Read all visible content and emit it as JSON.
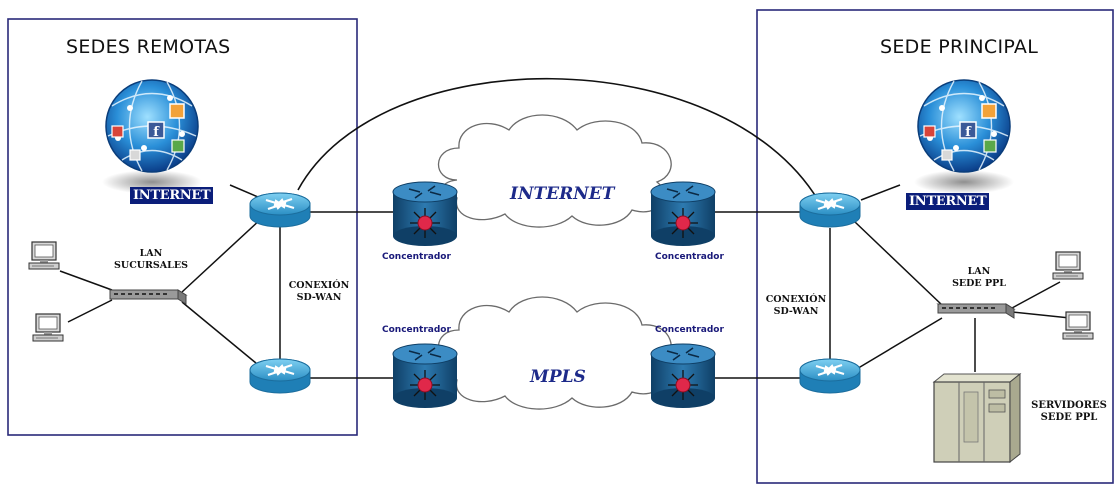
{
  "sites": {
    "remote_title": "SEDES REMOTAS",
    "main_title": "SEDE PRINCIPAL"
  },
  "badges": {
    "internet_left": "INTERNET",
    "internet_right": "INTERNET"
  },
  "clouds": {
    "internet": "INTERNET",
    "mpls": "MPLS"
  },
  "concentrators": {
    "top_left": "Concentrador",
    "top_right": "Concentrador",
    "bottom_left": "Concentrador",
    "bottom_right": "Concentrador"
  },
  "labels": {
    "lan_remote": [
      "LAN",
      "SUCURSALES"
    ],
    "sdwan_left": [
      "CONEXIÓN",
      "SD-WAN"
    ],
    "sdwan_right": [
      "CONEXIÓN",
      "SD-WAN"
    ],
    "lan_main": [
      "LAN",
      "SEDE PPL"
    ],
    "servers": [
      "SERVIDORES",
      "SEDE PPL"
    ]
  },
  "colors": {
    "site_border": "#2a2a7a",
    "router": "#3fa9d9",
    "concentrator": "#1f5f8e",
    "concentrator_core": "#e0284a",
    "internet_badge": "#0b1e7a",
    "cloud_label": "#1d2a8a"
  }
}
